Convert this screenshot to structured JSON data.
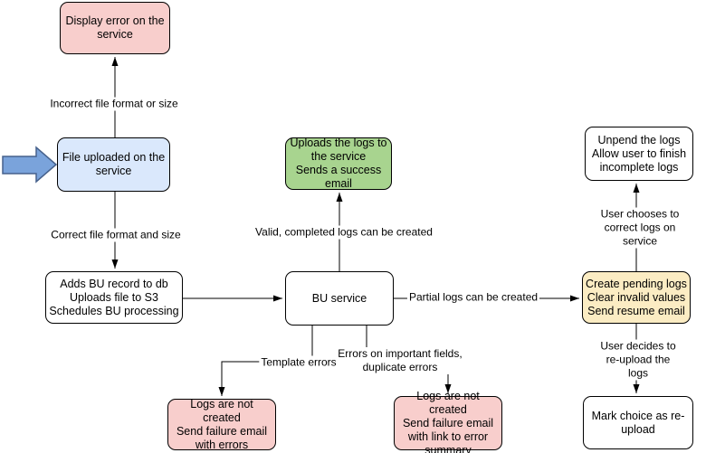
{
  "diagram": {
    "type": "flowchart",
    "colors": {
      "node_border": "#000000",
      "error_node_fill": "#f8cecc",
      "start_node_fill": "#dae8fc",
      "success_node_fill": "#a8d48f",
      "pending_node_fill": "#fbecc3",
      "plain_node_fill": "#ffffff",
      "entry_arrow_fill": "#7aa3db",
      "entry_arrow_stroke": "#46618c",
      "connector_color": "#000000"
    },
    "nodes": {
      "display_error": {
        "text": "Display error on the\nservice"
      },
      "file_uploaded": {
        "text": "File uploaded on the\nservice"
      },
      "adds_bu_record": {
        "text": "Adds BU record to db\nUploads file to S3\nSchedules BU processing"
      },
      "bu_service": {
        "text": "BU service"
      },
      "uploads_logs": {
        "text": "Uploads the logs to\nthe service\nSends a success\nemail"
      },
      "unpend_logs": {
        "text": "Unpend the logs\nAllow user to finish\nincomplete logs"
      },
      "create_pending": {
        "text": "Create pending logs\nClear invalid values\nSend resume email"
      },
      "mark_choice": {
        "text": "Mark choice as re-\nupload"
      },
      "logs_fail_errors": {
        "text": "Logs are not created\nSend failure email\nwith errors"
      },
      "logs_fail_summary": {
        "text": "Logs are not created\nSend failure email\nwith link to error\nsummary"
      }
    },
    "edge_labels": {
      "incorrect_format": "Incorrect file format or size",
      "correct_format": "Correct file format and size",
      "valid_logs": "Valid, completed logs can be created",
      "partial_logs": "Partial logs can be created",
      "user_correct": "User chooses to correct logs on service",
      "user_reupload": "User decides to re-upload the logs",
      "template_errors": "Template errors",
      "important_errors": "Errors on important fields,\nduplicate errors"
    }
  }
}
